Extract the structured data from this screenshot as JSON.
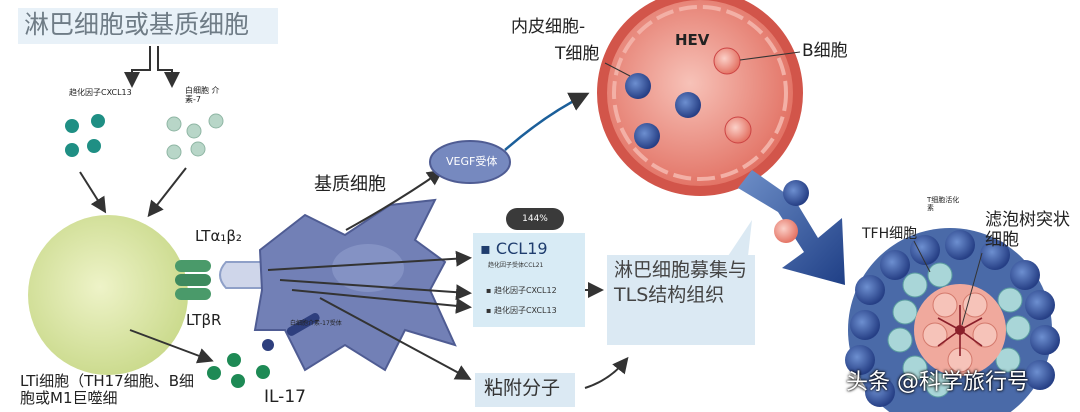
{
  "labels": {
    "title": "淋巴细胞或基质细胞",
    "cxcl13": "趋化因子CXCL13",
    "il7": "白细胞 介素-7",
    "ltab2": "LTα₁β₂",
    "ltbr": "LTβR",
    "stromal": "基质细胞",
    "il17_receptor": "白细胞介素-17受体",
    "lti": "LTi细胞（TH17细胞、B细胞或M1巨噬细",
    "il17": "IL-17",
    "vegf": "VEGF受体",
    "zoom": "144%",
    "ccl19": "▪ CCL19",
    "ccl21": "趋化因子受体CCL21",
    "cxcl12": "▪ 趋化因子CXCL12",
    "cxcl13b": "▪ 趋化因子CXCL13",
    "recruitment": "淋巴细胞募集与TLS结构组织",
    "adhesion": "粘附分子",
    "endothelial": "内皮细胞-",
    "t_cell": "T细胞",
    "hev": "HEV",
    "b_cell": "B细胞",
    "tfh_activation": "T细胞活化素",
    "tfh": "TFH细胞",
    "fdc": "滤泡树突状细胞",
    "watermark": "头条 @科学旅行号"
  }
}
